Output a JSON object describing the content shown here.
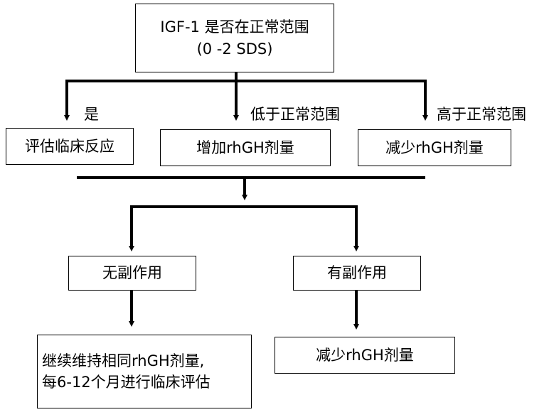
{
  "top": {
    "line1": "IGF-1 是否在正常范围",
    "line2": "(0 -2 SDS)"
  },
  "branches": {
    "yes_label": "是",
    "low_label": "低于正常范围",
    "high_label": "高于正常范围",
    "yes_box": "评估临床反应",
    "low_box": "增加rhGH剂量",
    "high_box": "减少rhGH剂量"
  },
  "side_effects": {
    "none": "无副作用",
    "some": "有副作用"
  },
  "outcomes": {
    "continue_line1": "继续维持相同rhGH剂量,",
    "continue_line2": "每6-12个月进行临床评估",
    "reduce": "减少rhGH剂量"
  },
  "colors": {
    "stroke": "#000000",
    "background": "#ffffff"
  }
}
